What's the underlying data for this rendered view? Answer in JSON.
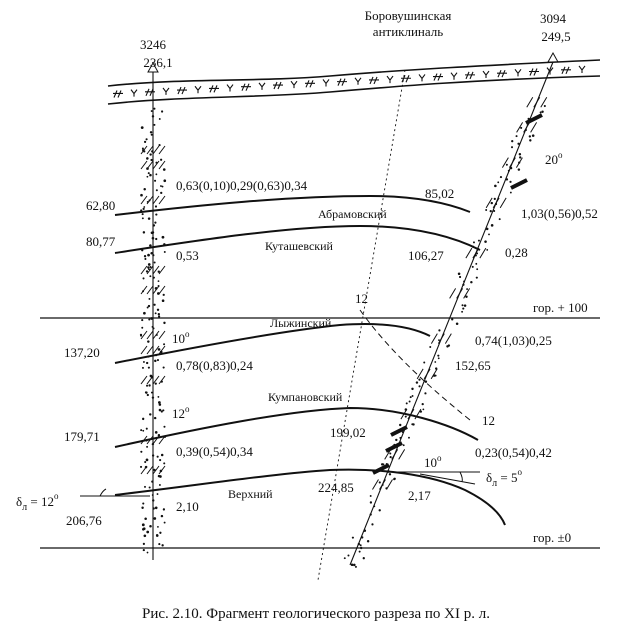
{
  "caption": "Рис. 2.10. Фрагмент геологического разреза по XI р. л.",
  "anticline": {
    "line1": "Боровушинская",
    "line2": "антиклиналь"
  },
  "levels": {
    "upper": "гор. + 100",
    "lower": "гор. ±0"
  },
  "seams": {
    "abramovsky": "Абрамовский",
    "kutashevsky": "Куташевский",
    "lyzhinsky": "Лыжинский",
    "kumpanovsky": "Кумпановский",
    "verkhny": "Верхний"
  },
  "borehole_left": {
    "number": "3246",
    "elevation": "236,1",
    "depths": [
      "62,80",
      "80,77",
      "137,20",
      "179,71",
      "206,76"
    ],
    "thicknesses": [
      "0,63(0,10)0,29(0,63)0,34",
      "0,53",
      "0,78(0,83)0,24",
      "0,39(0,54)0,34",
      "2,10"
    ],
    "dips": [
      "10 o",
      "12 o"
    ]
  },
  "borehole_right": {
    "number": "3094",
    "elevation": "249,5",
    "depths": [
      "85,02",
      "106,27",
      "152,65",
      "199,02",
      "224,85"
    ],
    "thicknesses": [
      "1,03(0,56)0,52",
      "0,28",
      "0,74(1,03)0,25",
      "0,23(0,54)0,42",
      "2,17"
    ],
    "dips": [
      "20 o",
      "10 o"
    ]
  },
  "fault_labels": [
    "12",
    "12"
  ],
  "delta_left": {
    "symbol": "δ",
    "sub": "л",
    "value": "= 12",
    "deg": "o"
  },
  "delta_right": {
    "symbol": "δ",
    "sub": "л",
    "value": "= 5",
    "deg": "o"
  }
}
